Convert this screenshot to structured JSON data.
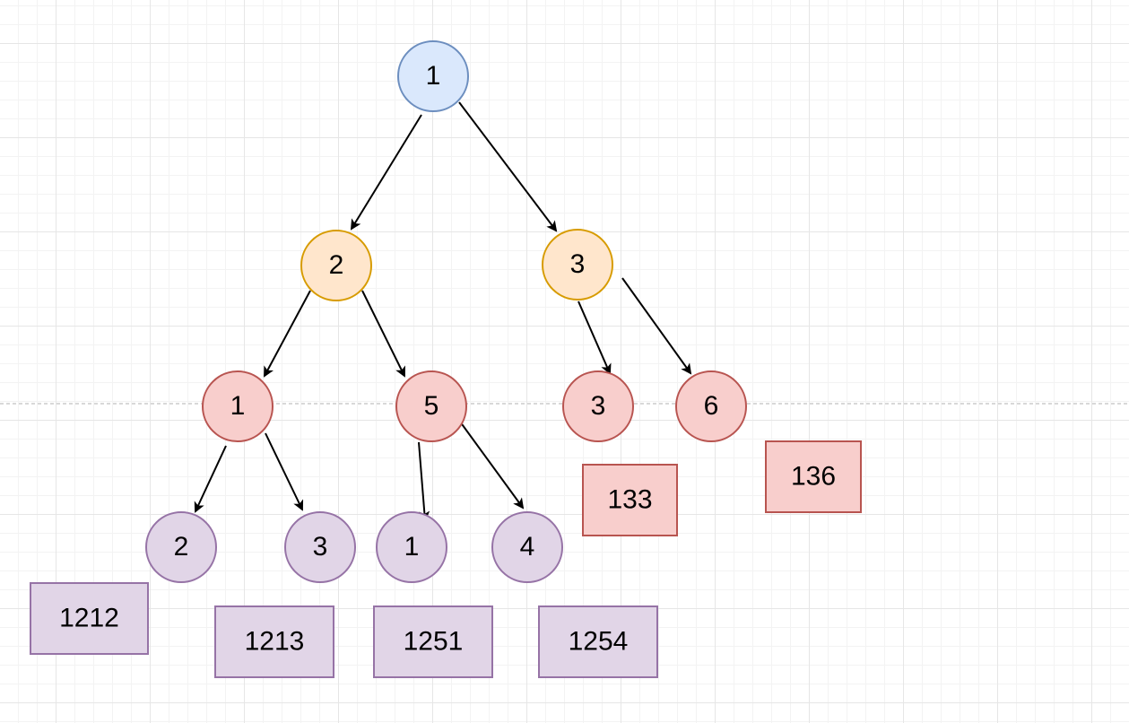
{
  "colors": {
    "level0": {
      "fill": "#dae8fc",
      "stroke": "#6c8ebf"
    },
    "level1": {
      "fill": "#ffe6cc",
      "stroke": "#d79b00"
    },
    "level2": {
      "fill": "#f8cecc",
      "stroke": "#b85450"
    },
    "level3": {
      "fill": "#e1d5e7",
      "stroke": "#9673a6"
    },
    "edge": "#000000",
    "guide_line": "#b0b0b0"
  },
  "diagram": {
    "nodes": [
      {
        "id": "n-root",
        "label": "1",
        "level": "level0"
      },
      {
        "id": "n-2",
        "label": "2",
        "level": "level1"
      },
      {
        "id": "n-3",
        "label": "3",
        "level": "level1"
      },
      {
        "id": "n-2-1",
        "label": "1",
        "level": "level2"
      },
      {
        "id": "n-2-5",
        "label": "5",
        "level": "level2"
      },
      {
        "id": "n-3-3",
        "label": "3",
        "level": "level2"
      },
      {
        "id": "n-3-6",
        "label": "6",
        "level": "level2"
      },
      {
        "id": "n-2-1-2",
        "label": "2",
        "level": "level3"
      },
      {
        "id": "n-2-1-3",
        "label": "3",
        "level": "level3"
      },
      {
        "id": "n-2-5-1",
        "label": "1",
        "level": "level3"
      },
      {
        "id": "n-2-5-4",
        "label": "4",
        "level": "level3"
      }
    ],
    "edges": [
      {
        "from": "n-root",
        "to": "n-2"
      },
      {
        "from": "n-root",
        "to": "n-3"
      },
      {
        "from": "n-2",
        "to": "n-2-1"
      },
      {
        "from": "n-2",
        "to": "n-2-5"
      },
      {
        "from": "n-3",
        "to": "n-3-3"
      },
      {
        "from": "n-3",
        "to": "n-3-6"
      },
      {
        "from": "n-2-1",
        "to": "n-2-1-2"
      },
      {
        "from": "n-2-1",
        "to": "n-2-1-3"
      },
      {
        "from": "n-2-5",
        "to": "n-2-5-1"
      },
      {
        "from": "n-2-5",
        "to": "n-2-5-4"
      }
    ],
    "result_boxes": [
      {
        "id": "box-133",
        "label": "133",
        "level": "level2"
      },
      {
        "id": "box-136",
        "label": "136",
        "level": "level2"
      },
      {
        "id": "box-1212",
        "label": "1212",
        "level": "level3"
      },
      {
        "id": "box-1213",
        "label": "1213",
        "level": "level3"
      },
      {
        "id": "box-1251",
        "label": "1251",
        "level": "level3"
      },
      {
        "id": "box-1254",
        "label": "1254",
        "level": "level3"
      }
    ]
  }
}
